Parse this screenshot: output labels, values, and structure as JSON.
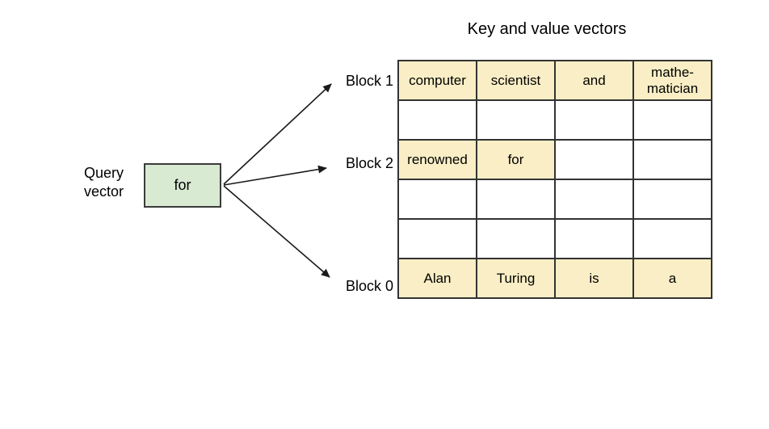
{
  "title": "Key and value vectors",
  "query_vector": {
    "label": "Query\nvector",
    "token": "for"
  },
  "block_labels": {
    "block1": "Block 1",
    "block2": "Block 2",
    "block0": "Block 0"
  },
  "kv_table": {
    "rows": [
      {
        "cells": [
          {
            "text": "computer",
            "state": "filled"
          },
          {
            "text": "scientist",
            "state": "filled"
          },
          {
            "text": "and",
            "state": "filled"
          },
          {
            "text": "mathe-matician",
            "state": "filled"
          }
        ]
      },
      {
        "cells": [
          {
            "text": "",
            "state": "empty"
          },
          {
            "text": "",
            "state": "empty"
          },
          {
            "text": "",
            "state": "empty"
          },
          {
            "text": "",
            "state": "empty"
          }
        ]
      },
      {
        "cells": [
          {
            "text": "renowned",
            "state": "filled"
          },
          {
            "text": "for",
            "state": "filled"
          },
          {
            "text": "",
            "state": "empty"
          },
          {
            "text": "",
            "state": "empty"
          }
        ]
      },
      {
        "cells": [
          {
            "text": "",
            "state": "empty"
          },
          {
            "text": "",
            "state": "empty"
          },
          {
            "text": "",
            "state": "empty"
          },
          {
            "text": "",
            "state": "empty"
          }
        ]
      },
      {
        "cells": [
          {
            "text": "",
            "state": "empty"
          },
          {
            "text": "",
            "state": "empty"
          },
          {
            "text": "",
            "state": "empty"
          },
          {
            "text": "",
            "state": "empty"
          }
        ]
      },
      {
        "cells": [
          {
            "text": "Alan",
            "state": "filled"
          },
          {
            "text": "Turing",
            "state": "filled"
          },
          {
            "text": "is",
            "state": "filled"
          },
          {
            "text": "a",
            "state": "filled"
          }
        ]
      }
    ]
  },
  "colors": {
    "cell_highlight": "#f9eec5",
    "query_box": "#d9ead3",
    "border": "#333333",
    "arrow": "#1a1a1a"
  }
}
